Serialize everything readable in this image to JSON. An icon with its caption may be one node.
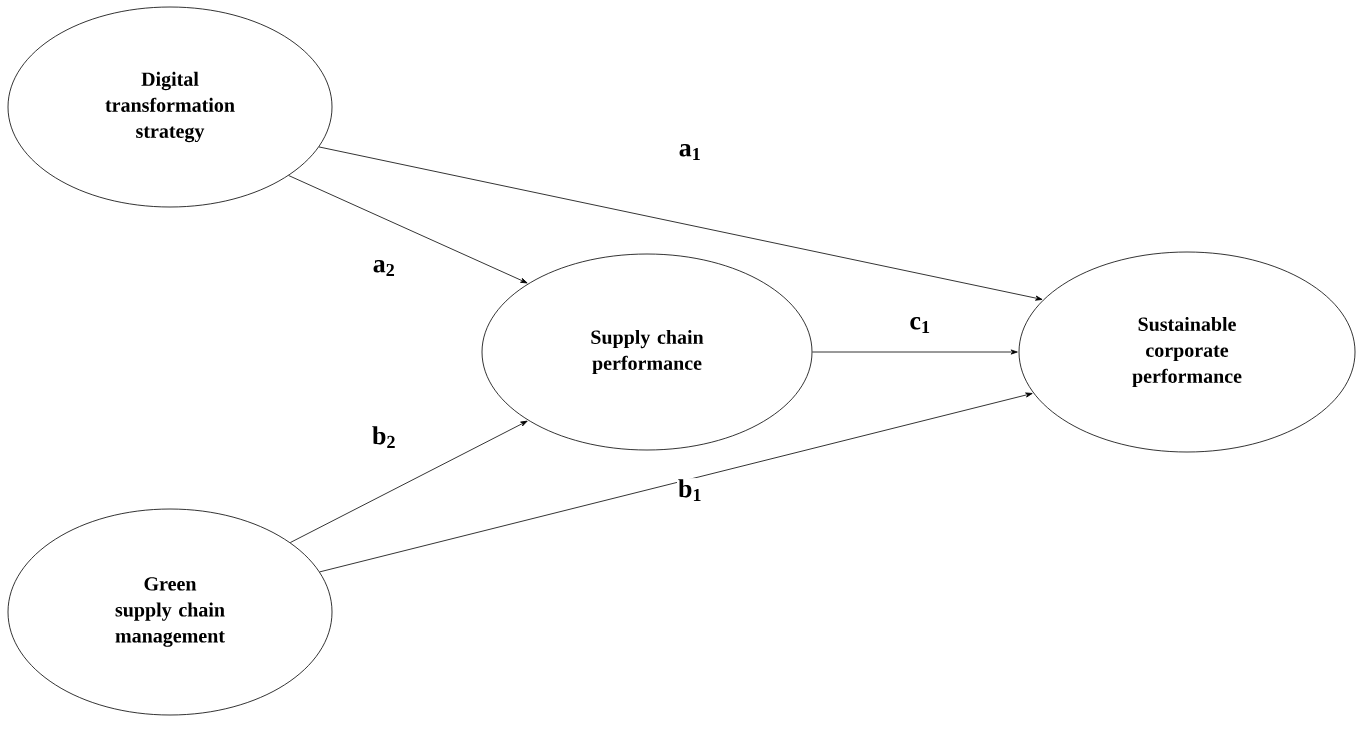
{
  "diagram": {
    "nodes": [
      {
        "text": [
          "Digital transformation strategy"
        ]
      },
      {
        "text": [
          "Supply chain performance"
        ]
      },
      {
        "text": [
          "Sustainable corporate performance"
        ]
      },
      {
        "text": [
          "Green supply chain management"
        ]
      }
    ],
    "edges": [
      {
        "from": 0,
        "to": 2,
        "arrow": "to",
        "label": "a$_{1}$"
      },
      {
        "from": 0,
        "to": 1,
        "arrow": "to",
        "label": "a$_{2}$"
      },
      {
        "from": 1,
        "to": 2,
        "arrow": "to",
        "label": "c$_{1}$"
      },
      {
        "from": 3,
        "to": 1,
        "arrow": "to",
        "label": "b$_{2}$"
      },
      {
        "from": 3,
        "to": 2,
        "arrow": "to",
        "label": "b$_{1}$"
      }
    ]
  }
}
